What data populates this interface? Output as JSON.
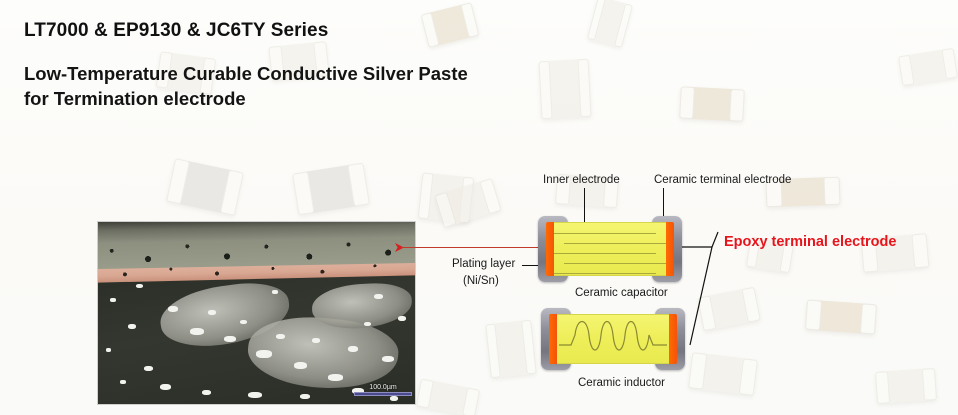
{
  "slide": {
    "background_color": "#fbfaf7",
    "title_series": "LT7000 & EP9130 & JC6TY Series",
    "title_main_line1": "Low-Temperature Curable Conductive Silver Paste",
    "title_main_line2": "for Termination electrode"
  },
  "micrograph": {
    "name": "cross-section SEM micrograph of termination electrode layers",
    "scale_bar_label": "100.0µm",
    "layers": [
      "ceramic body (dark)",
      "copper / silver paste layer (pink)",
      "speckled silver epoxy layer",
      "plating layer (top gray)"
    ]
  },
  "diagram": {
    "labels": {
      "inner_electrode": "Inner electrode",
      "ceramic_terminal_electrode": "Ceramic terminal electrode",
      "plating_layer_line1": "Plating layer",
      "plating_layer_line2": "(Ni/Sn)",
      "epoxy_terminal_electrode": "Epoxy terminal electrode",
      "ceramic_capacitor": "Ceramic capacitor",
      "ceramic_inductor": "Ceramic inductor"
    },
    "colors": {
      "epoxy_terminal": "#ff6a00",
      "ceramic_body": "#eeee5a",
      "plating_shell": "#8e8e99",
      "callout_red": "#e8141c",
      "leader_black": "#111111"
    },
    "capacitor": {
      "inner_electrode_count": 5
    },
    "inductor": {
      "coil_turns": 6
    }
  }
}
